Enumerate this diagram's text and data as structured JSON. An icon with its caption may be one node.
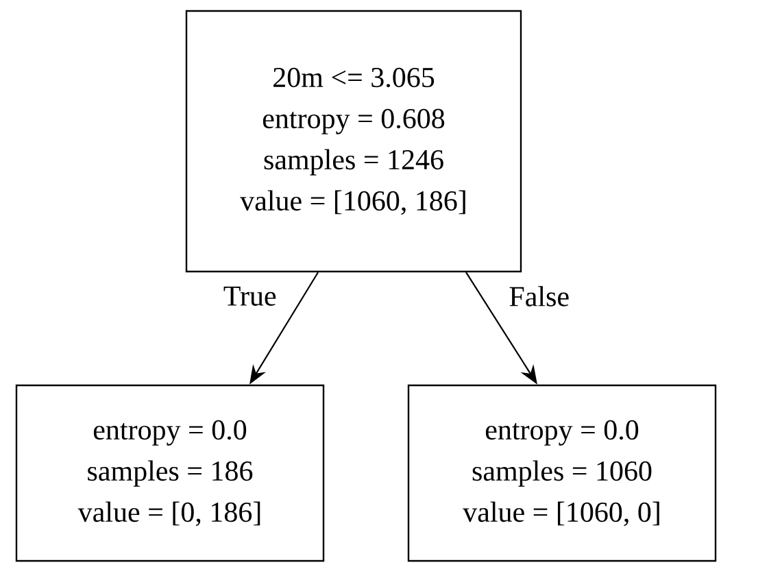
{
  "diagram": {
    "nodes": [
      {
        "text": [
          "20m <= 3.065",
          "entropy = 0.608",
          "samples = 1246",
          "value = [1060, 186]"
        ]
      },
      {
        "text": [
          "entropy = 0.0",
          "samples = 186",
          "value = [0, 186]"
        ]
      },
      {
        "text": [
          "entropy = 0.0",
          "samples = 1060",
          "value = [1060, 0]"
        ]
      }
    ],
    "edges": [
      {
        "from": 0,
        "to": 1,
        "arrow": "to",
        "label": "True"
      },
      {
        "from": 0,
        "to": 2,
        "arrow": "to",
        "label": "False"
      }
    ]
  }
}
